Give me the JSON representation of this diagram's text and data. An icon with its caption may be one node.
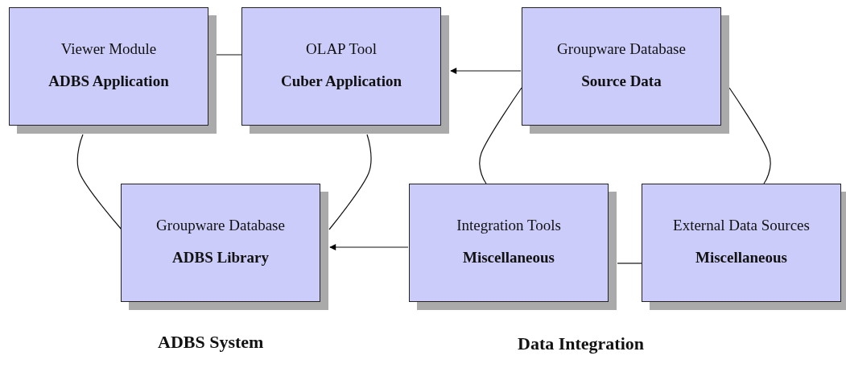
{
  "diagram": {
    "nodes": [
      {
        "text": [
          "Viewer Module",
          "ADBS Application"
        ]
      },
      {
        "text": [
          "OLAP Tool",
          "Cuber Application"
        ]
      },
      {
        "text": [
          "Groupware Database",
          "Source Data"
        ]
      },
      {
        "text": [
          "Groupware Database",
          "ADBS Library"
        ]
      },
      {
        "text": [
          "Integration Tools",
          "Miscellaneous"
        ]
      },
      {
        "text": [
          "External Data Sources",
          "Miscellaneous"
        ]
      }
    ],
    "edges": [
      {
        "from": 0,
        "to": 1,
        "arrow": "none"
      },
      {
        "from": 2,
        "to": 1,
        "arrow": "to"
      },
      {
        "from": 0,
        "to": 3,
        "arrow": "none"
      },
      {
        "from": 1,
        "to": 3,
        "arrow": "none"
      },
      {
        "from": 2,
        "to": 4,
        "arrow": "none"
      },
      {
        "from": 2,
        "to": 5,
        "arrow": "none"
      },
      {
        "from": 4,
        "to": 5,
        "arrow": "none"
      },
      {
        "from": 4,
        "to": 3,
        "arrow": "to"
      }
    ],
    "labels": [
      "ADBS System",
      "Data Integration"
    ]
  }
}
